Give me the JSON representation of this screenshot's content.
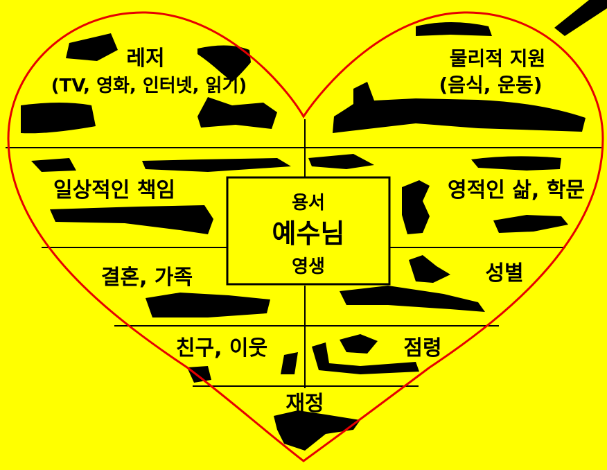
{
  "background_color": "#FFFF00",
  "heart_outline_color": "#E60000",
  "center": {
    "top": "용서",
    "main": "예수님",
    "bottom": "영생"
  },
  "sections": {
    "leisure_title": "레저",
    "leisure_detail": "(TV, 영화, 인터넷, 읽기)",
    "physical_title": "물리적 지원",
    "physical_detail": "(음식, 운동)",
    "daily_responsibility": "일상적인 책임",
    "spiritual_life": "영적인 삶, 학문",
    "marriage_family": "결혼, 가족",
    "sexuality": "성별",
    "friends_neighbors": "친구, 이웃",
    "occult": "점령",
    "finances": "재정"
  }
}
